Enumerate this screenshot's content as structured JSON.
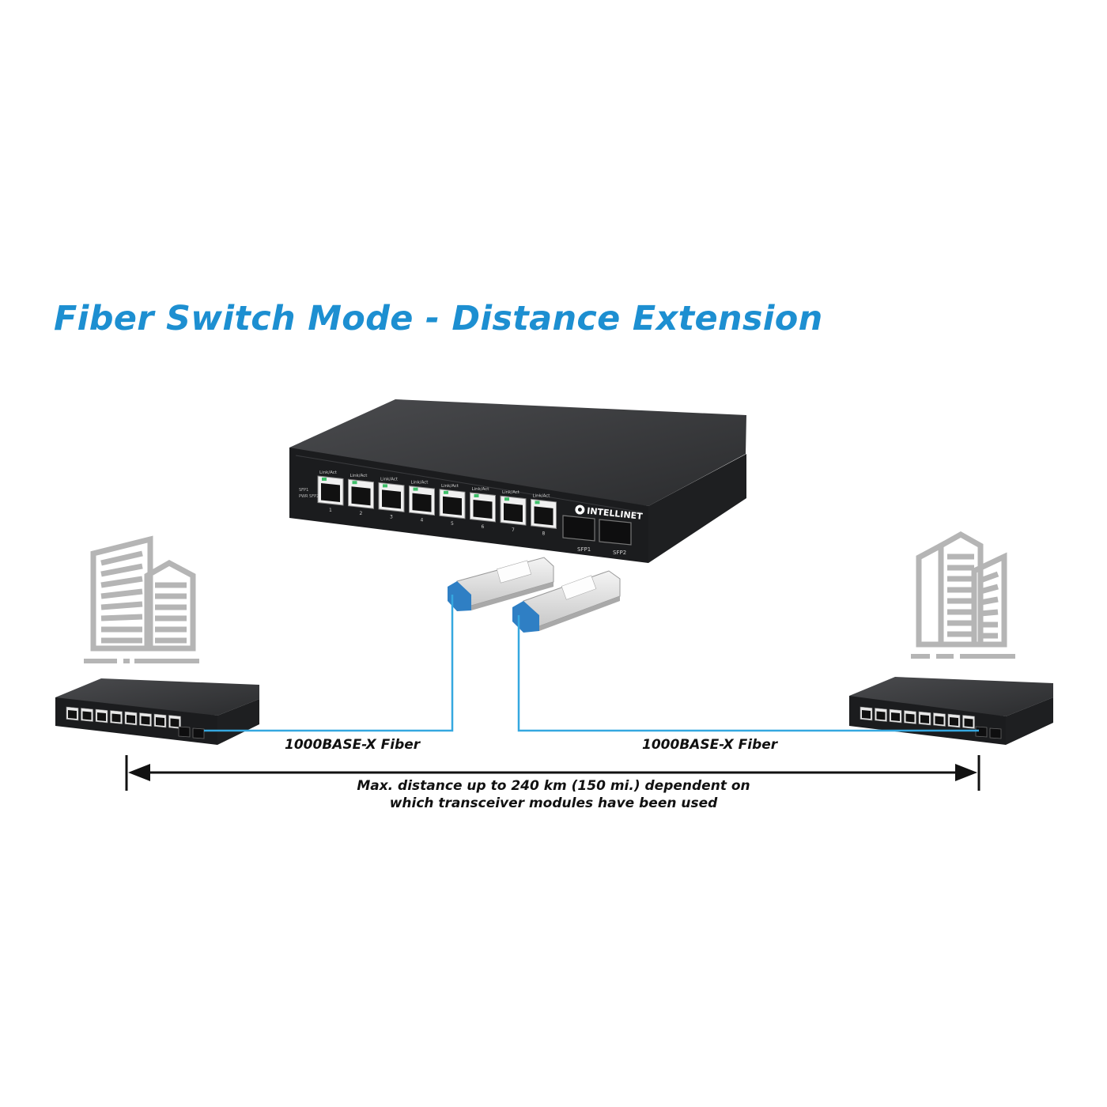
{
  "title": "Fiber Switch Mode - Distance Extension",
  "fiber_links": [
    {
      "label": "1000BASE-X Fiber"
    },
    {
      "label": "1000BASE-X Fiber"
    }
  ],
  "distance_note": {
    "line1": "Max. distance up to 240 km (150 mi.) dependent on",
    "line2": "which transceiver modules have been used"
  },
  "brand": "INTELLINET",
  "main_switch": {
    "port_numbers": [
      "1",
      "2",
      "3",
      "4",
      "5",
      "6",
      "7",
      "8"
    ],
    "port_caption": "Link/Act",
    "sfp_labels": [
      "SFP1",
      "SFP2"
    ],
    "status_labels": [
      "SFP1",
      "PWR SFP2"
    ]
  },
  "colors": {
    "title": "#1d8fd1",
    "fiber": "#35a8e0",
    "switch_body": "#2a2b2d",
    "building": "#b5b5b5"
  },
  "icons": [
    "building-icon",
    "network-switch-icon",
    "sfp-transceiver-icon",
    "double-arrow-icon"
  ]
}
